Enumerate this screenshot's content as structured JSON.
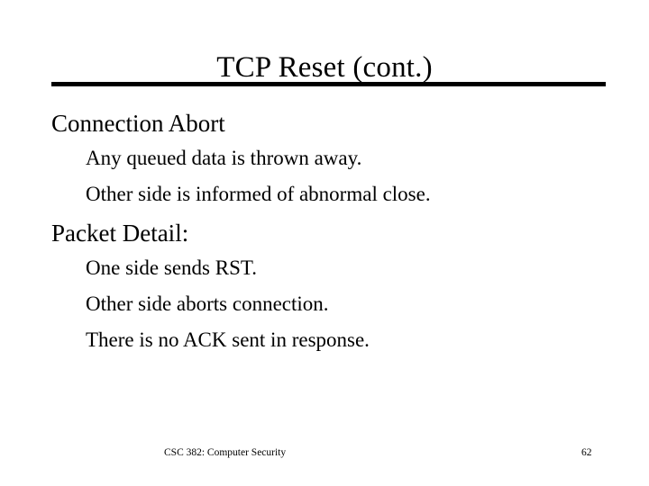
{
  "slide": {
    "title": "TCP Reset (cont.)",
    "background_color": "#ffffff",
    "text_color": "#000000",
    "rule_color": "#000000",
    "sections": [
      {
        "heading": "Connection Abort",
        "items": [
          "Any queued data is thrown away.",
          "Other side is informed of abnormal close."
        ]
      },
      {
        "heading": "Packet Detail:",
        "items": [
          "One side sends RST.",
          "Other side aborts connection.",
          "There is no ACK sent in response."
        ]
      }
    ]
  },
  "footer": {
    "course": "CSC 382: Computer Security",
    "page_number": "62"
  }
}
